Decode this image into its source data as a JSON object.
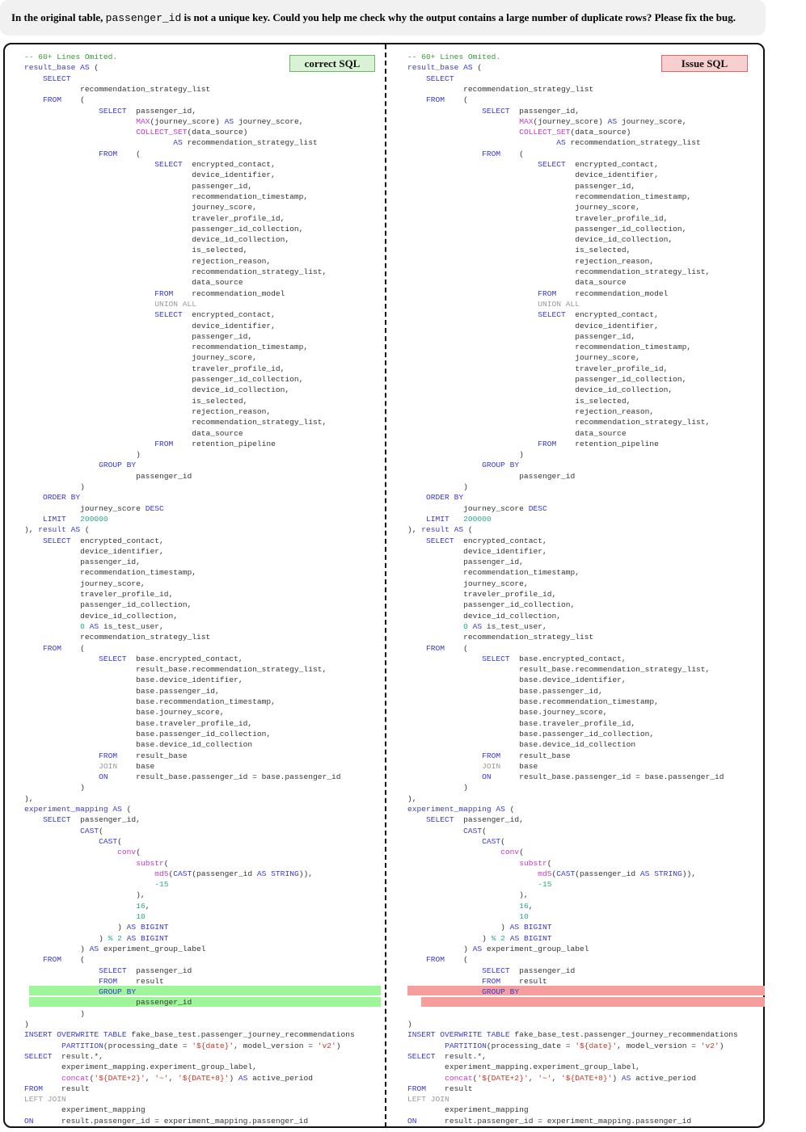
{
  "question": {
    "prefix": "In the original table, ",
    "code": "passenger_id",
    "suffix": " is not a unique key. Could you help me check why the output contains a large number of duplicate rows? Please fix the bug."
  },
  "labels": {
    "correct": "correct SQL",
    "issue": "Issue SQL"
  },
  "colors": {
    "keyword": "#3a3ad0",
    "function": "#c43ac4",
    "number": "#2aa888",
    "comment": "#3a9a3a",
    "string": "#c0392b",
    "fix_highlight": "#9ef59a",
    "bug_highlight": "#f69d9d"
  },
  "code_lines": [
    "-- 60+ Lines Omited.",
    "result_base AS (",
    "    SELECT",
    "            recommendation_strategy_list",
    "    FROM    (",
    "                SELECT  passenger_id,",
    "                        MAX(journey_score) AS journey_score,",
    "                        COLLECT_SET(data_source)",
    "                                AS recommendation_strategy_list",
    "                FROM    (",
    "                            SELECT  encrypted_contact,",
    "                                    device_identifier,",
    "                                    passenger_id,",
    "                                    recommendation_timestamp,",
    "                                    journey_score,",
    "                                    traveler_profile_id,",
    "                                    passenger_id_collection,",
    "                                    device_id_collection,",
    "                                    is_selected,",
    "                                    rejection_reason,",
    "                                    recommendation_strategy_list,",
    "                                    data_source",
    "                            FROM    recommendation_model",
    "                            UNION ALL",
    "                            SELECT  encrypted_contact,",
    "                                    device_identifier,",
    "                                    passenger_id,",
    "                                    recommendation_timestamp,",
    "                                    journey_score,",
    "                                    traveler_profile_id,",
    "                                    passenger_id_collection,",
    "                                    device_id_collection,",
    "                                    is_selected,",
    "                                    rejection_reason,",
    "                                    recommendation_strategy_list,",
    "                                    data_source",
    "                            FROM    retention_pipeline",
    "                        )",
    "                GROUP BY",
    "                        passenger_id",
    "            )",
    "    ORDER BY",
    "            journey_score DESC",
    "    LIMIT   200000",
    "), result AS (",
    "    SELECT  encrypted_contact,",
    "            device_identifier,",
    "            passenger_id,",
    "            recommendation_timestamp,",
    "            journey_score,",
    "            traveler_profile_id,",
    "            passenger_id_collection,",
    "            device_id_collection,",
    "            0 AS is_test_user,",
    "            recommendation_strategy_list",
    "    FROM    (",
    "                SELECT  base.encrypted_contact,",
    "                        result_base.recommendation_strategy_list,",
    "                        base.device_identifier,",
    "                        base.passenger_id,",
    "                        base.recommendation_timestamp,",
    "                        base.journey_score,",
    "                        base.traveler_profile_id,",
    "                        base.passenger_id_collection,",
    "                        base.device_id_collection",
    "                FROM    result_base",
    "                JOIN    base",
    "                ON      result_base.passenger_id = base.passenger_id",
    "            )",
    "),",
    "experiment_mapping AS (",
    "    SELECT  passenger_id,",
    "            CAST(",
    "                CAST(",
    "                    conv(",
    "                        substr(",
    "                            md5(CAST(passenger_id AS STRING)),",
    "                            -15",
    "                        ),",
    "                        16,",
    "                        10",
    "                    ) AS BIGINT",
    "                ) % 2 AS BIGINT",
    "            ) AS experiment_group_label",
    "    FROM    (",
    "                SELECT  passenger_id",
    "                FROM    result",
    "                GROUP BY",
    "                        passenger_id",
    "            )",
    ")",
    "INSERT OVERWRITE TABLE fake_base_test.passenger_journey_recommendations",
    "        PARTITION(processing_date = '${date}', model_version = 'v2')",
    "SELECT  result.*,",
    "        experiment_mapping.experiment_group_label,",
    "        concat('${DATE+2}', '~', '${DATE+8}') AS active_period",
    "FROM    result",
    "LEFT JOIN",
    "        experiment_mapping",
    "ON      result.passenger_id = experiment_mapping.passenger_id"
  ],
  "issue_removed_lines": [
    88,
    89
  ]
}
